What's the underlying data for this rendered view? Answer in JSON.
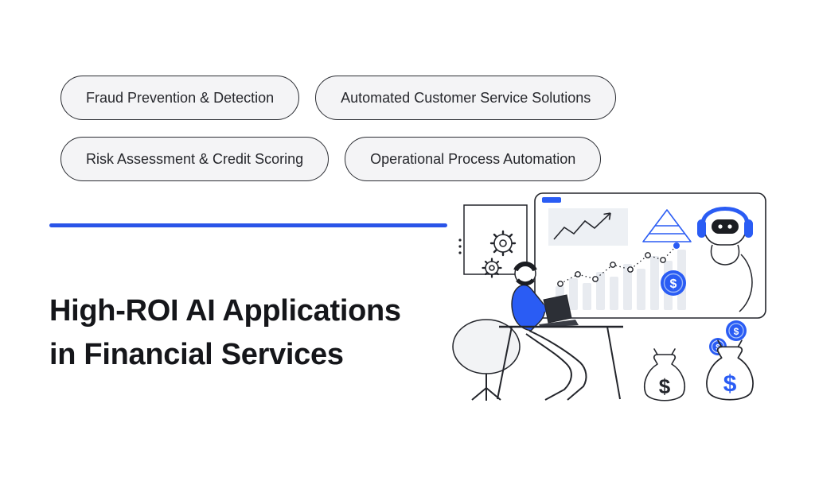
{
  "tags": [
    {
      "label": "Fraud Prevention & Detection"
    },
    {
      "label": "Automated Customer Service Solutions"
    },
    {
      "label": "Risk Assessment & Credit Scoring"
    },
    {
      "label": "Operational Process Automation"
    }
  ],
  "heading": {
    "line1": "High-ROI AI Applications",
    "line2": "in Financial Services"
  },
  "illustration": {
    "dollar_sign": "$"
  },
  "colors": {
    "accent_blue": "#2a5cf4",
    "divider_blue": "#2a54e8",
    "outline_dark": "#23252b",
    "pill_background": "#f4f4f6",
    "light_gray": "#e8ebf0"
  }
}
